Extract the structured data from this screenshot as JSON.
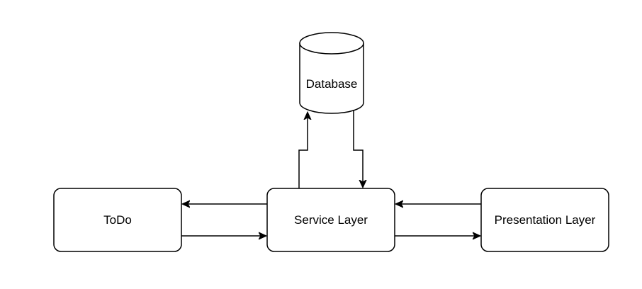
{
  "diagram": {
    "nodes": {
      "database": {
        "label": "Database",
        "shape": "cylinder"
      },
      "todo": {
        "label": "ToDo",
        "shape": "rounded-rectangle"
      },
      "service_layer": {
        "label": "Service Layer",
        "shape": "rounded-rectangle"
      },
      "presentation_layer": {
        "label": "Presentation Layer",
        "shape": "rounded-rectangle"
      }
    },
    "edges": [
      {
        "from": "service_layer",
        "to": "database"
      },
      {
        "from": "database",
        "to": "service_layer"
      },
      {
        "from": "service_layer",
        "to": "todo"
      },
      {
        "from": "todo",
        "to": "service_layer"
      },
      {
        "from": "presentation_layer",
        "to": "service_layer"
      },
      {
        "from": "service_layer",
        "to": "presentation_layer"
      }
    ],
    "colors": {
      "stroke": "#000000",
      "fill": "#ffffff",
      "text": "#000000"
    }
  }
}
